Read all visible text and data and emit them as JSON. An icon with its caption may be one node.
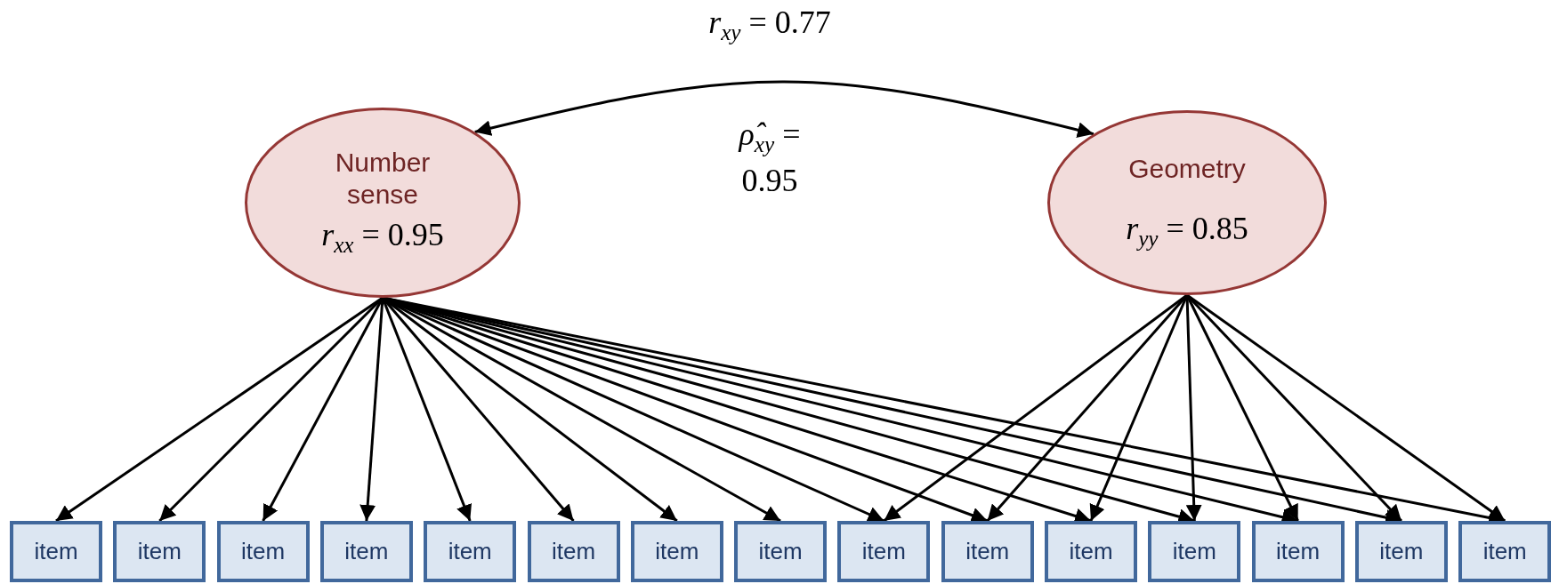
{
  "diagram": {
    "nodes": [
      {
        "text": [
          "Number sense",
          "*r*$_{xx}$ = 0.95"
        ]
      },
      {
        "text": [
          "Geometry",
          "*r*$_{yy}$ = 0.85"
        ]
      },
      {
        "text": [
          "item"
        ]
      },
      {
        "text": [
          "item"
        ]
      },
      {
        "text": [
          "item"
        ]
      },
      {
        "text": [
          "item"
        ]
      },
      {
        "text": [
          "item"
        ]
      },
      {
        "text": [
          "item"
        ]
      },
      {
        "text": [
          "item"
        ]
      },
      {
        "text": [
          "item"
        ]
      },
      {
        "text": [
          "item"
        ]
      },
      {
        "text": [
          "item"
        ]
      },
      {
        "text": [
          "item"
        ]
      },
      {
        "text": [
          "item"
        ]
      },
      {
        "text": [
          "item"
        ]
      },
      {
        "text": [
          "item"
        ]
      },
      {
        "text": [
          "item"
        ]
      }
    ],
    "edges": [
      {
        "from": 0,
        "to": 1,
        "arrow": "both",
        "label": "*r*$_{xy}$ = 0.77"
      },
      {
        "from": 0,
        "to": 2,
        "arrow": "to"
      },
      {
        "from": 0,
        "to": 3,
        "arrow": "to"
      },
      {
        "from": 0,
        "to": 4,
        "arrow": "to"
      },
      {
        "from": 0,
        "to": 5,
        "arrow": "to"
      },
      {
        "from": 0,
        "to": 6,
        "arrow": "to"
      },
      {
        "from": 0,
        "to": 7,
        "arrow": "to"
      },
      {
        "from": 0,
        "to": 8,
        "arrow": "to"
      },
      {
        "from": 0,
        "to": 9,
        "arrow": "to"
      },
      {
        "from": 0,
        "to": 10,
        "arrow": "to"
      },
      {
        "from": 0,
        "to": 11,
        "arrow": "to"
      },
      {
        "from": 0,
        "to": 12,
        "arrow": "to"
      },
      {
        "from": 0,
        "to": 13,
        "arrow": "to"
      },
      {
        "from": 0,
        "to": 14,
        "arrow": "to"
      },
      {
        "from": 0,
        "to": 15,
        "arrow": "to"
      },
      {
        "from": 0,
        "to": 16,
        "arrow": "to"
      },
      {
        "from": 1,
        "to": 10,
        "arrow": "to"
      },
      {
        "from": 1,
        "to": 11,
        "arrow": "to"
      },
      {
        "from": 1,
        "to": 12,
        "arrow": "to"
      },
      {
        "from": 1,
        "to": 13,
        "arrow": "to"
      },
      {
        "from": 1,
        "to": 14,
        "arrow": "to"
      },
      {
        "from": 1,
        "to": 15,
        "arrow": "to"
      },
      {
        "from": 1,
        "to": 16,
        "arrow": "to"
      }
    ],
    "labels": [
      "*ρ̂*$_{xy}$ = 0.95"
    ]
  }
}
